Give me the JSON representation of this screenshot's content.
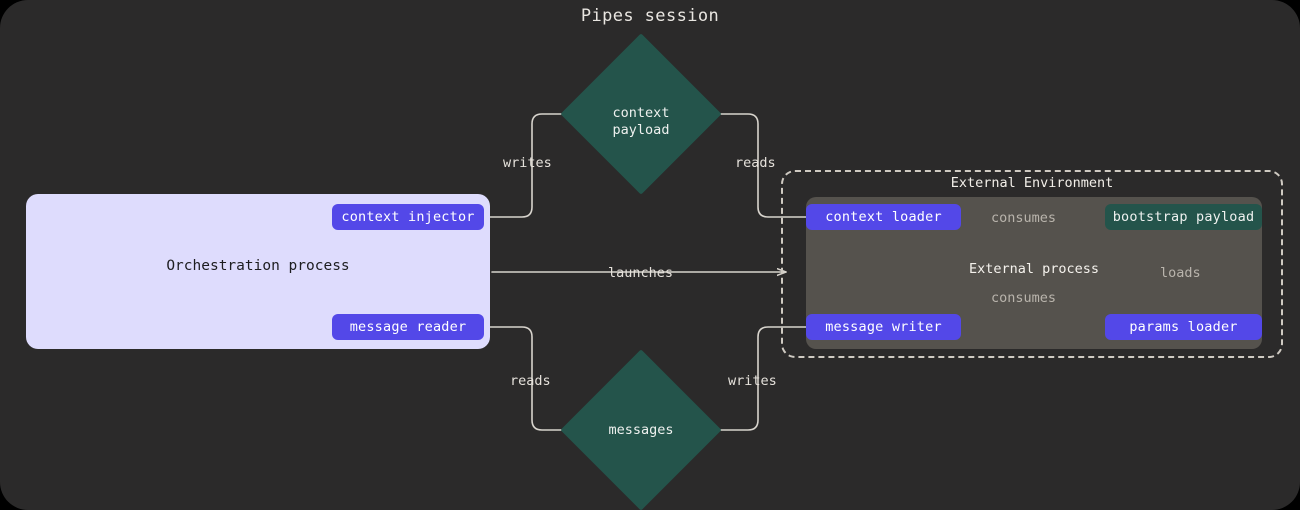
{
  "title": "Pipes session",
  "colors": {
    "canvas": "#2b2a2a",
    "orchestration_fill": "#dedcfd",
    "chip_purple": "#5348e8",
    "chip_green": "#24544b",
    "external_process_fill": "#55524d",
    "edge_stroke": "#d8d4cd"
  },
  "orchestration": {
    "label": "Orchestration process",
    "nodes": [
      {
        "id": "context-injector",
        "label": "context injector"
      },
      {
        "id": "message-reader",
        "label": "message reader"
      }
    ]
  },
  "stores": [
    {
      "id": "context-payload",
      "label": "context\npayload"
    },
    {
      "id": "messages",
      "label": "messages"
    }
  ],
  "external_environment": {
    "label": "External Environment",
    "process_label": "External process",
    "nodes": [
      {
        "id": "context-loader",
        "label": "context loader",
        "kind": "purple"
      },
      {
        "id": "bootstrap-payload",
        "label": "bootstrap payload",
        "kind": "green"
      },
      {
        "id": "message-writer",
        "label": "message writer",
        "kind": "purple"
      },
      {
        "id": "params-loader",
        "label": "params loader",
        "kind": "purple"
      }
    ]
  },
  "edges": [
    {
      "id": "injector-writes-context",
      "label": "writes"
    },
    {
      "id": "loader-reads-context",
      "label": "reads"
    },
    {
      "id": "orchestration-launches-external",
      "label": "launches"
    },
    {
      "id": "reader-reads-messages",
      "label": "reads"
    },
    {
      "id": "writer-writes-messages",
      "label": "writes"
    },
    {
      "id": "context-loader-consumes-bootstrap",
      "label": "consumes"
    },
    {
      "id": "message-writer-consumes-bootstrap",
      "label": "consumes"
    },
    {
      "id": "params-loader-loads-bootstrap",
      "label": "loads"
    }
  ]
}
